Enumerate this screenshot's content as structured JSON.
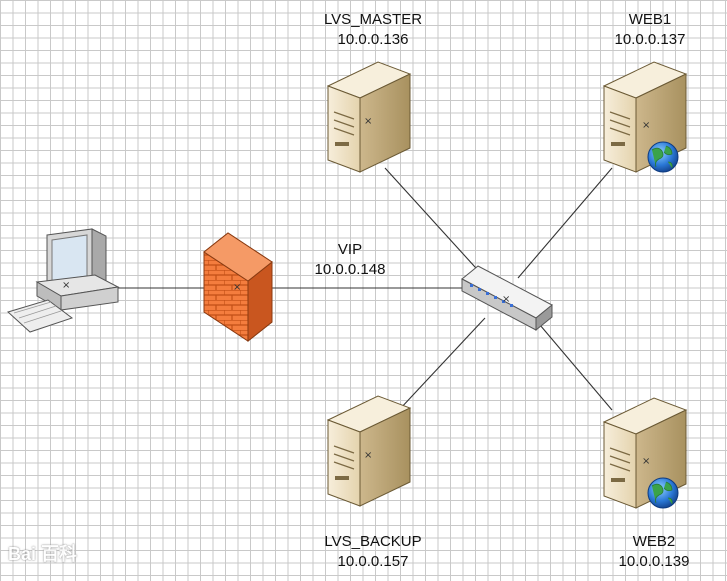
{
  "nodes": {
    "lvs_master": {
      "name": "LVS_MASTER",
      "ip": "10.0.0.136"
    },
    "lvs_backup": {
      "name": "LVS_BACKUP",
      "ip": "10.0.0.157"
    },
    "web1": {
      "name": "WEB1",
      "ip": "10.0.0.137"
    },
    "web2": {
      "name": "WEB2",
      "ip": "10.0.0.139"
    },
    "vip": {
      "name": "VIP",
      "ip": "10.0.0.148"
    }
  },
  "watermark": "Bai 百科",
  "colors": {
    "server_body": "#efe3c8",
    "server_shadow": "#b9a47c",
    "firewall": "#f07a3c",
    "switch": "#e6e6e6",
    "globe": "#2b7bd9",
    "link": "#333333"
  },
  "icons": [
    "computer-icon",
    "firewall-icon",
    "switch-icon",
    "server-icon",
    "globe-icon"
  ]
}
